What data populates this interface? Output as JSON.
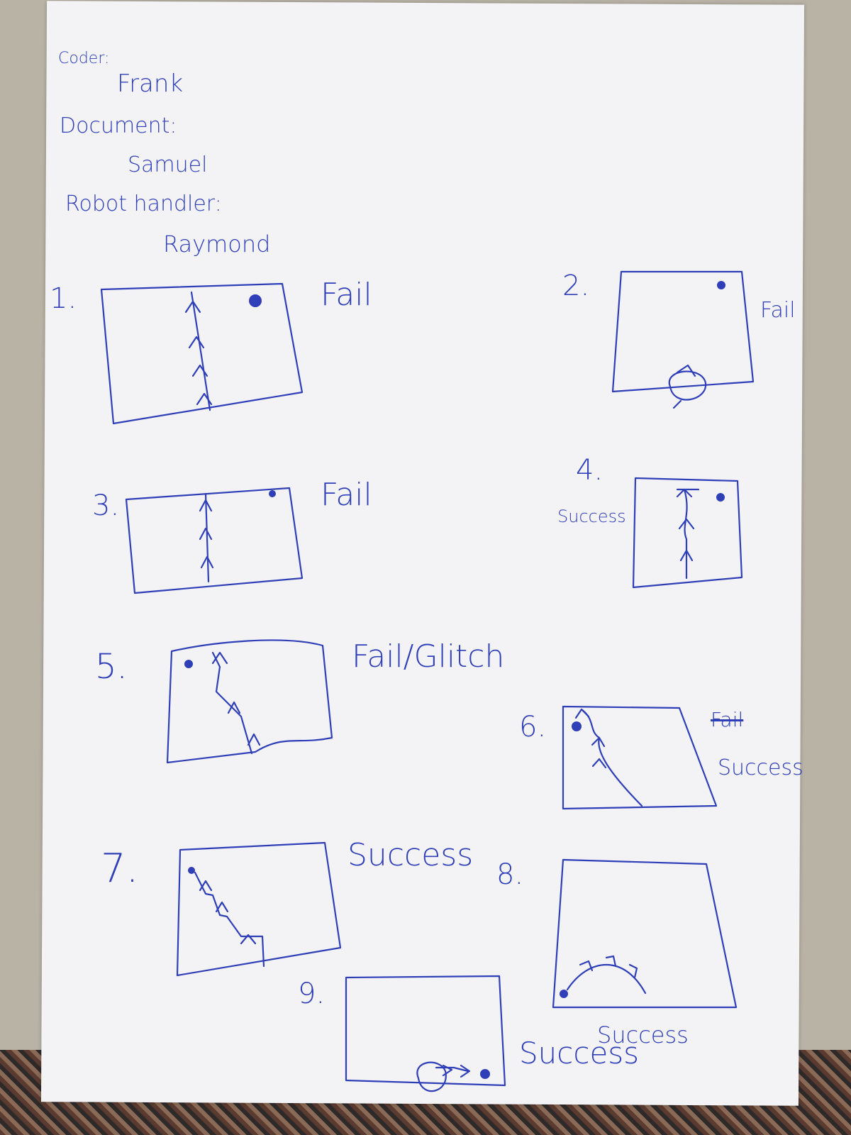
{
  "header": {
    "coder_label": "Coder:",
    "coder_name": "Frank",
    "document_label": "Document:",
    "document_name": "Samuel",
    "handler_label": "Robot handler:",
    "handler_name": "Raymond"
  },
  "trials": [
    {
      "number": "1.",
      "result": "Fail"
    },
    {
      "number": "2.",
      "result": "Fail"
    },
    {
      "number": "3.",
      "result": "Fail"
    },
    {
      "number": "4.",
      "result": "Success"
    },
    {
      "number": "5.",
      "result": "Fail/Glitch"
    },
    {
      "number": "6.",
      "result": "Success",
      "struck_result": "Fail"
    },
    {
      "number": "7.",
      "result": "Success"
    },
    {
      "number": "8.",
      "result": "Success"
    },
    {
      "number": "9.",
      "result": "Success"
    }
  ],
  "colors": {
    "ink": "#2f3fb8",
    "paper": "#f3f3f6"
  }
}
